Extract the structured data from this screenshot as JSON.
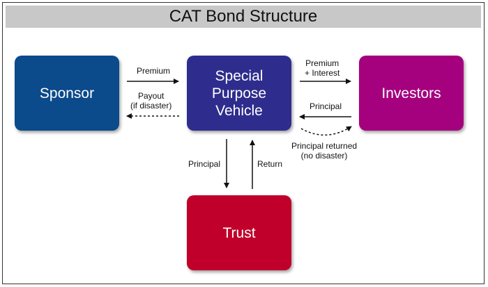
{
  "title": "CAT Bond Structure",
  "colors": {
    "sponsor": "#0b4a8b",
    "spv": "#2e2d8e",
    "investors": "#a5007e",
    "trust": "#c0002a",
    "title_bg": "#c8c8c8"
  },
  "nodes": {
    "sponsor": "Sponsor",
    "spv": [
      "Special",
      "Purpose",
      "Vehicle"
    ],
    "investors": "Investors",
    "trust": "Trust"
  },
  "edges": {
    "premium": "Premium",
    "payout": [
      "Payout",
      "(if disaster)"
    ],
    "premium_interest": [
      "Premium",
      "+ Interest"
    ],
    "principal_in": "Principal",
    "principal_returned": [
      "Principal returned",
      "(no disaster)"
    ],
    "principal_down": "Principal",
    "return_up": "Return"
  }
}
